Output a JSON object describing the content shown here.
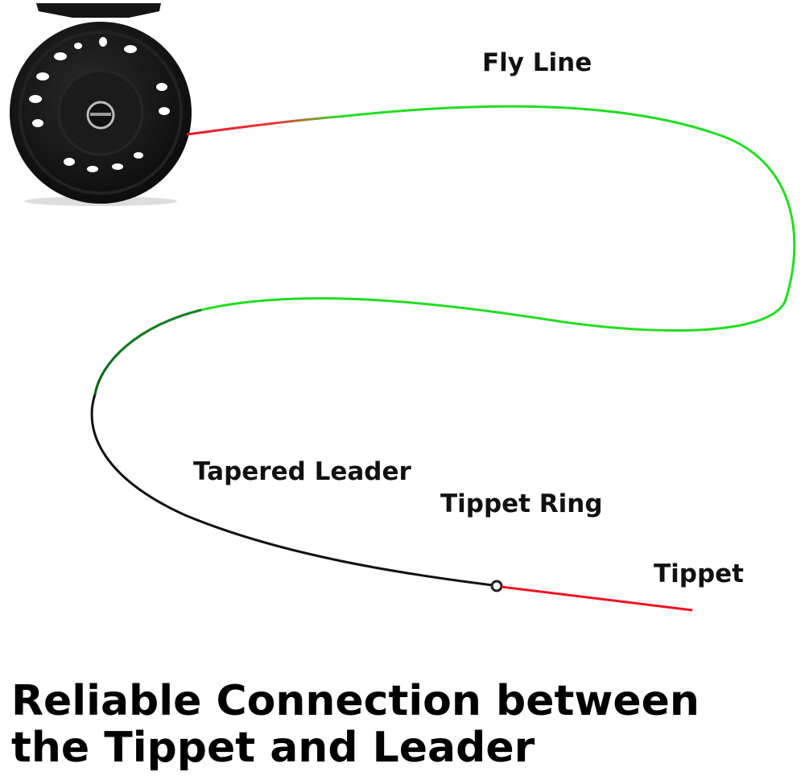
{
  "labels": {
    "fly_line": "Fly Line",
    "tapered_leader": "Tapered Leader",
    "tippet_ring": "Tippet Ring",
    "tippet": "Tippet"
  },
  "headline": {
    "line1": "Reliable Connection between",
    "line2": "the Tippet and Leader"
  },
  "colors": {
    "fly_line": "#22dd22",
    "leader": "#111111",
    "tippet": "#ee1122",
    "reel": "#161616"
  }
}
